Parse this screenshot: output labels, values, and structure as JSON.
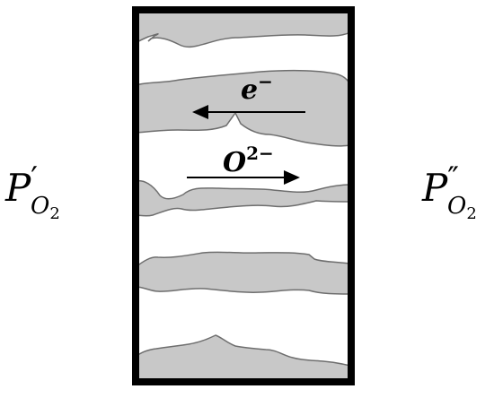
{
  "left_pressure": {
    "symbol": "P",
    "prime": "′",
    "subscript": "O",
    "subscript_number": "2"
  },
  "right_pressure": {
    "symbol": "P",
    "prime": "″",
    "subscript": "O",
    "subscript_number": "2"
  },
  "electron_flow": {
    "symbol": "e",
    "charge": "−"
  },
  "oxide_ion_flow": {
    "symbol": "O",
    "charge": "2−"
  },
  "colors": {
    "membrane_border": "#000000",
    "grain_fill": "#c8c8c8",
    "grain_stroke": "#6e6e6e",
    "arrow": "#000000",
    "background": "#ffffff"
  }
}
